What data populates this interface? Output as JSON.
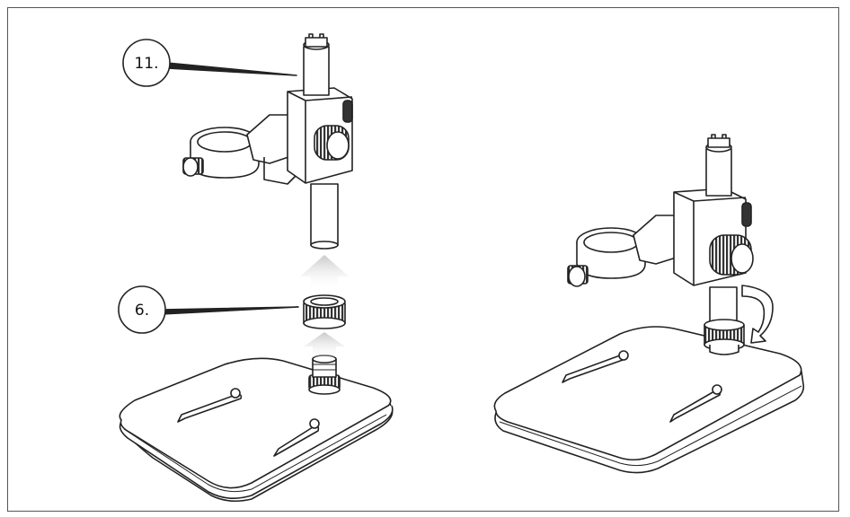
{
  "callouts": [
    {
      "label": "11.",
      "target": "upper-arm-post"
    },
    {
      "label": "6.",
      "target": "locking-ring"
    }
  ],
  "colors": {
    "stroke": "#222222",
    "knurl": "#333333",
    "arrow": "#cfcfcf",
    "frame": "#555555"
  },
  "icons": [
    "rotate-arrow-icon",
    "up-arrow-icon"
  ]
}
